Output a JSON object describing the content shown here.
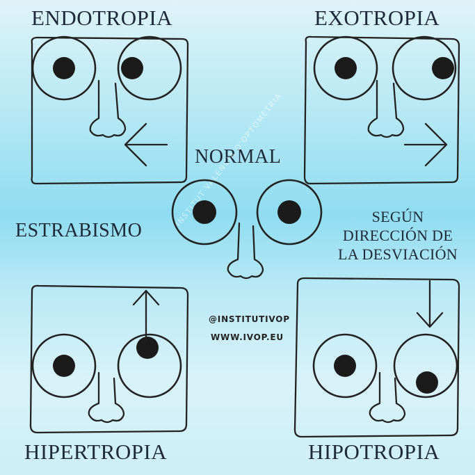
{
  "labels": {
    "endotropia": "ENDOTROPIA",
    "exotropia": "EXOTROPIA",
    "normal": "NORMAL",
    "estrabismo": "ESTRABISMO",
    "hipertropia": "HIPERTROPIA",
    "hipotropia": "HIPOTROPIA"
  },
  "note": {
    "line1": "SEGÚN",
    "line2": "DIRECCIÓN DE",
    "line3": "LA DESVIACIÓN"
  },
  "credits": {
    "instagram": "@INSTITUTIVOP",
    "website": "WWW.IVOP.EU"
  },
  "watermark": "INSTITUT VALENCIÀ D'OPTOMETRIA",
  "colors": {
    "ink": "#1e2a3a",
    "background_top": "#dff3f8",
    "background_mid": "#8fdcf0"
  }
}
